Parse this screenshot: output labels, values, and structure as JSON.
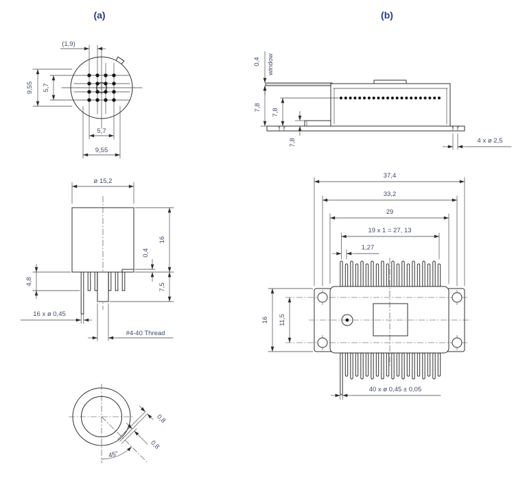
{
  "titles": {
    "a": "(a)",
    "b": "(b)"
  },
  "colors": {
    "line": "#2d2d2d",
    "dim_text": "#3d4a66",
    "title": "#273a8f",
    "background": "#ffffff"
  },
  "panel_a": {
    "top_view": {
      "pin_pitch": "(1,9)",
      "outer_vertical": "9,55",
      "inner_vertical": "5,7",
      "inner_horizontal": "5,7",
      "outer_horizontal": "9,55"
    },
    "side_view": {
      "diameter": "ø 15,2",
      "body_height": "16",
      "flange_step": "0,4",
      "stud_length": "7,5",
      "pin_length": "4,8",
      "pin_note": "16 x ø 0,45",
      "thread_note": "#4-40 Thread"
    },
    "bottom_view": {
      "angle": "45°",
      "offset_outer": "0,8",
      "offset_inner": "0,8"
    }
  },
  "panel_b": {
    "side_view": {
      "window_thickness": "0,4",
      "window_label": "window",
      "height_outer": "7,8",
      "height_inner": "7,8",
      "base_step": "7,8",
      "hole_note": "4 x ø 2,5"
    },
    "bottom_view": {
      "width_overall": "37,4",
      "width_holes": "33,2",
      "width_body": "29",
      "pin_span": "19 x 1 = 27, 13",
      "pin_pitch": "1,27",
      "height_overall": "16",
      "hole_spacing": "11,5",
      "pin_note": "40 x ø 0,45 ± 0,05"
    }
  }
}
